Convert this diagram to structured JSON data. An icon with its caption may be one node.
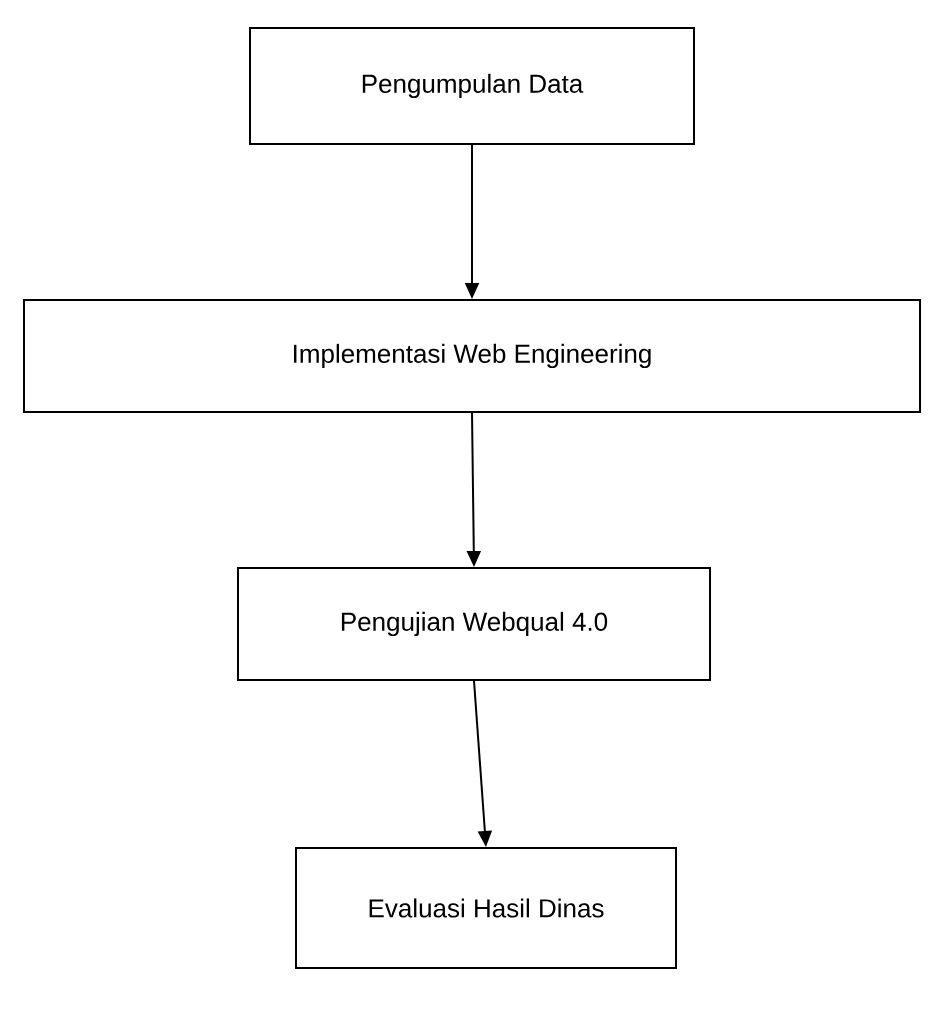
{
  "diagram": {
    "nodes": [
      {
        "text": [
          "Pengumpulan Data"
        ]
      },
      {
        "text": [
          "Implementasi Web Engineering"
        ]
      },
      {
        "text": [
          "Pengujian Webqual 4.0"
        ]
      },
      {
        "text": [
          "Evaluasi Hasil Dinas"
        ]
      }
    ],
    "edges": [
      {
        "from": 0,
        "to": 1,
        "arrow": "to"
      },
      {
        "from": 1,
        "to": 2,
        "arrow": "to"
      },
      {
        "from": 2,
        "to": 3,
        "arrow": "to"
      }
    ]
  }
}
